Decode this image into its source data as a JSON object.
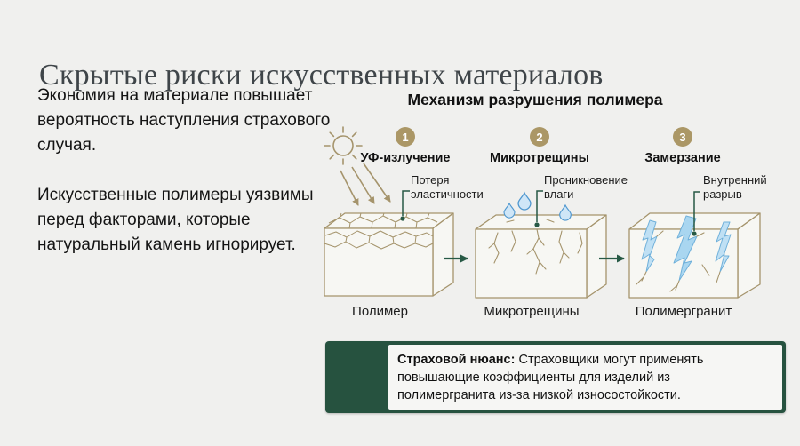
{
  "slide": {
    "title": "Скрытые риски искусственных материалов",
    "intro": [
      "Экономия на материале повышает вероятность наступления страхового случая.",
      "Искусственные полимеры уязвимы перед факторами, которые натуральный камень игнорирует."
    ]
  },
  "diagram": {
    "title": "Механизм разрушения полимера",
    "stages": [
      {
        "number": "1",
        "label": "УФ-излучение",
        "annotation": "Потеря эластичности",
        "caption": "Полимер",
        "icon": "sun-icon"
      },
      {
        "number": "2",
        "label": "Микротрещины",
        "annotation": "Проникновение влаги",
        "caption": "Микротрещины",
        "icon": "water-drops-icon"
      },
      {
        "number": "3",
        "label": "Замерзание",
        "annotation": "Внутренний разрыв",
        "caption": "Полимергранит",
        "icon": "ice-cracks-icon"
      }
    ]
  },
  "callout": {
    "icon": "shield-exclamation-icon",
    "lead": "Страховой нюанс:",
    "body": "Страховщики могут применять повышающие коэффициенты для изделий из полимергранита из-за низкой износостойкости."
  },
  "colors": {
    "background": "#f0f0ee",
    "title_text": "#3f4549",
    "accent_gold": "#ab9766",
    "line_gold": "#a5946c",
    "accent_green": "#26523f",
    "drop_blue": "#5b9bd5",
    "ice_blue": "#bfe0f4"
  }
}
